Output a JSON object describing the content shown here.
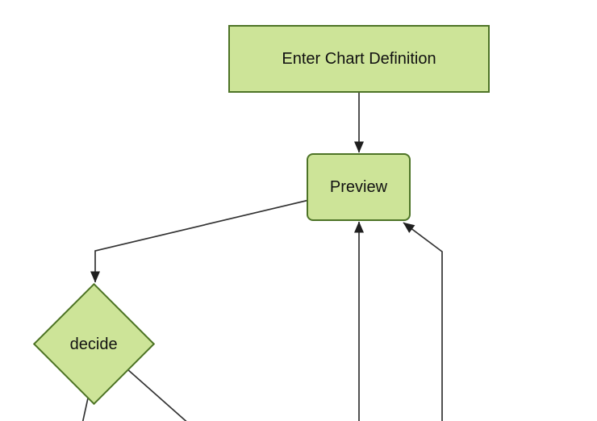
{
  "diagram": {
    "type": "flowchart",
    "direction": "top-down",
    "nodes": [
      {
        "id": "A",
        "label": "Enter Chart Definition",
        "shape": "rectangle"
      },
      {
        "id": "B",
        "label": "Preview",
        "shape": "rounded-rectangle"
      },
      {
        "id": "C",
        "label": "decide",
        "shape": "diamond"
      }
    ],
    "edges": [
      {
        "from": "Enter Chart Definition",
        "to": "Preview",
        "arrow": true
      },
      {
        "from": "Preview",
        "to": "decide",
        "arrow": true
      },
      {
        "from": "decide",
        "to": "offscreen-bottom-left",
        "arrow": false
      },
      {
        "from": "decide",
        "to": "offscreen-bottom-right",
        "arrow": false
      },
      {
        "from": "offscreen-bottom",
        "to": "Preview",
        "arrow": true
      },
      {
        "from": "offscreen-bottom-right",
        "to": "Preview",
        "arrow": true
      }
    ],
    "colors": {
      "background": "#ffffff",
      "node_fill": "#cde498",
      "node_border": "#4d7326",
      "edge_line": "#333333",
      "arrowhead": "#1f1f1f",
      "label_text": "#111111"
    }
  }
}
